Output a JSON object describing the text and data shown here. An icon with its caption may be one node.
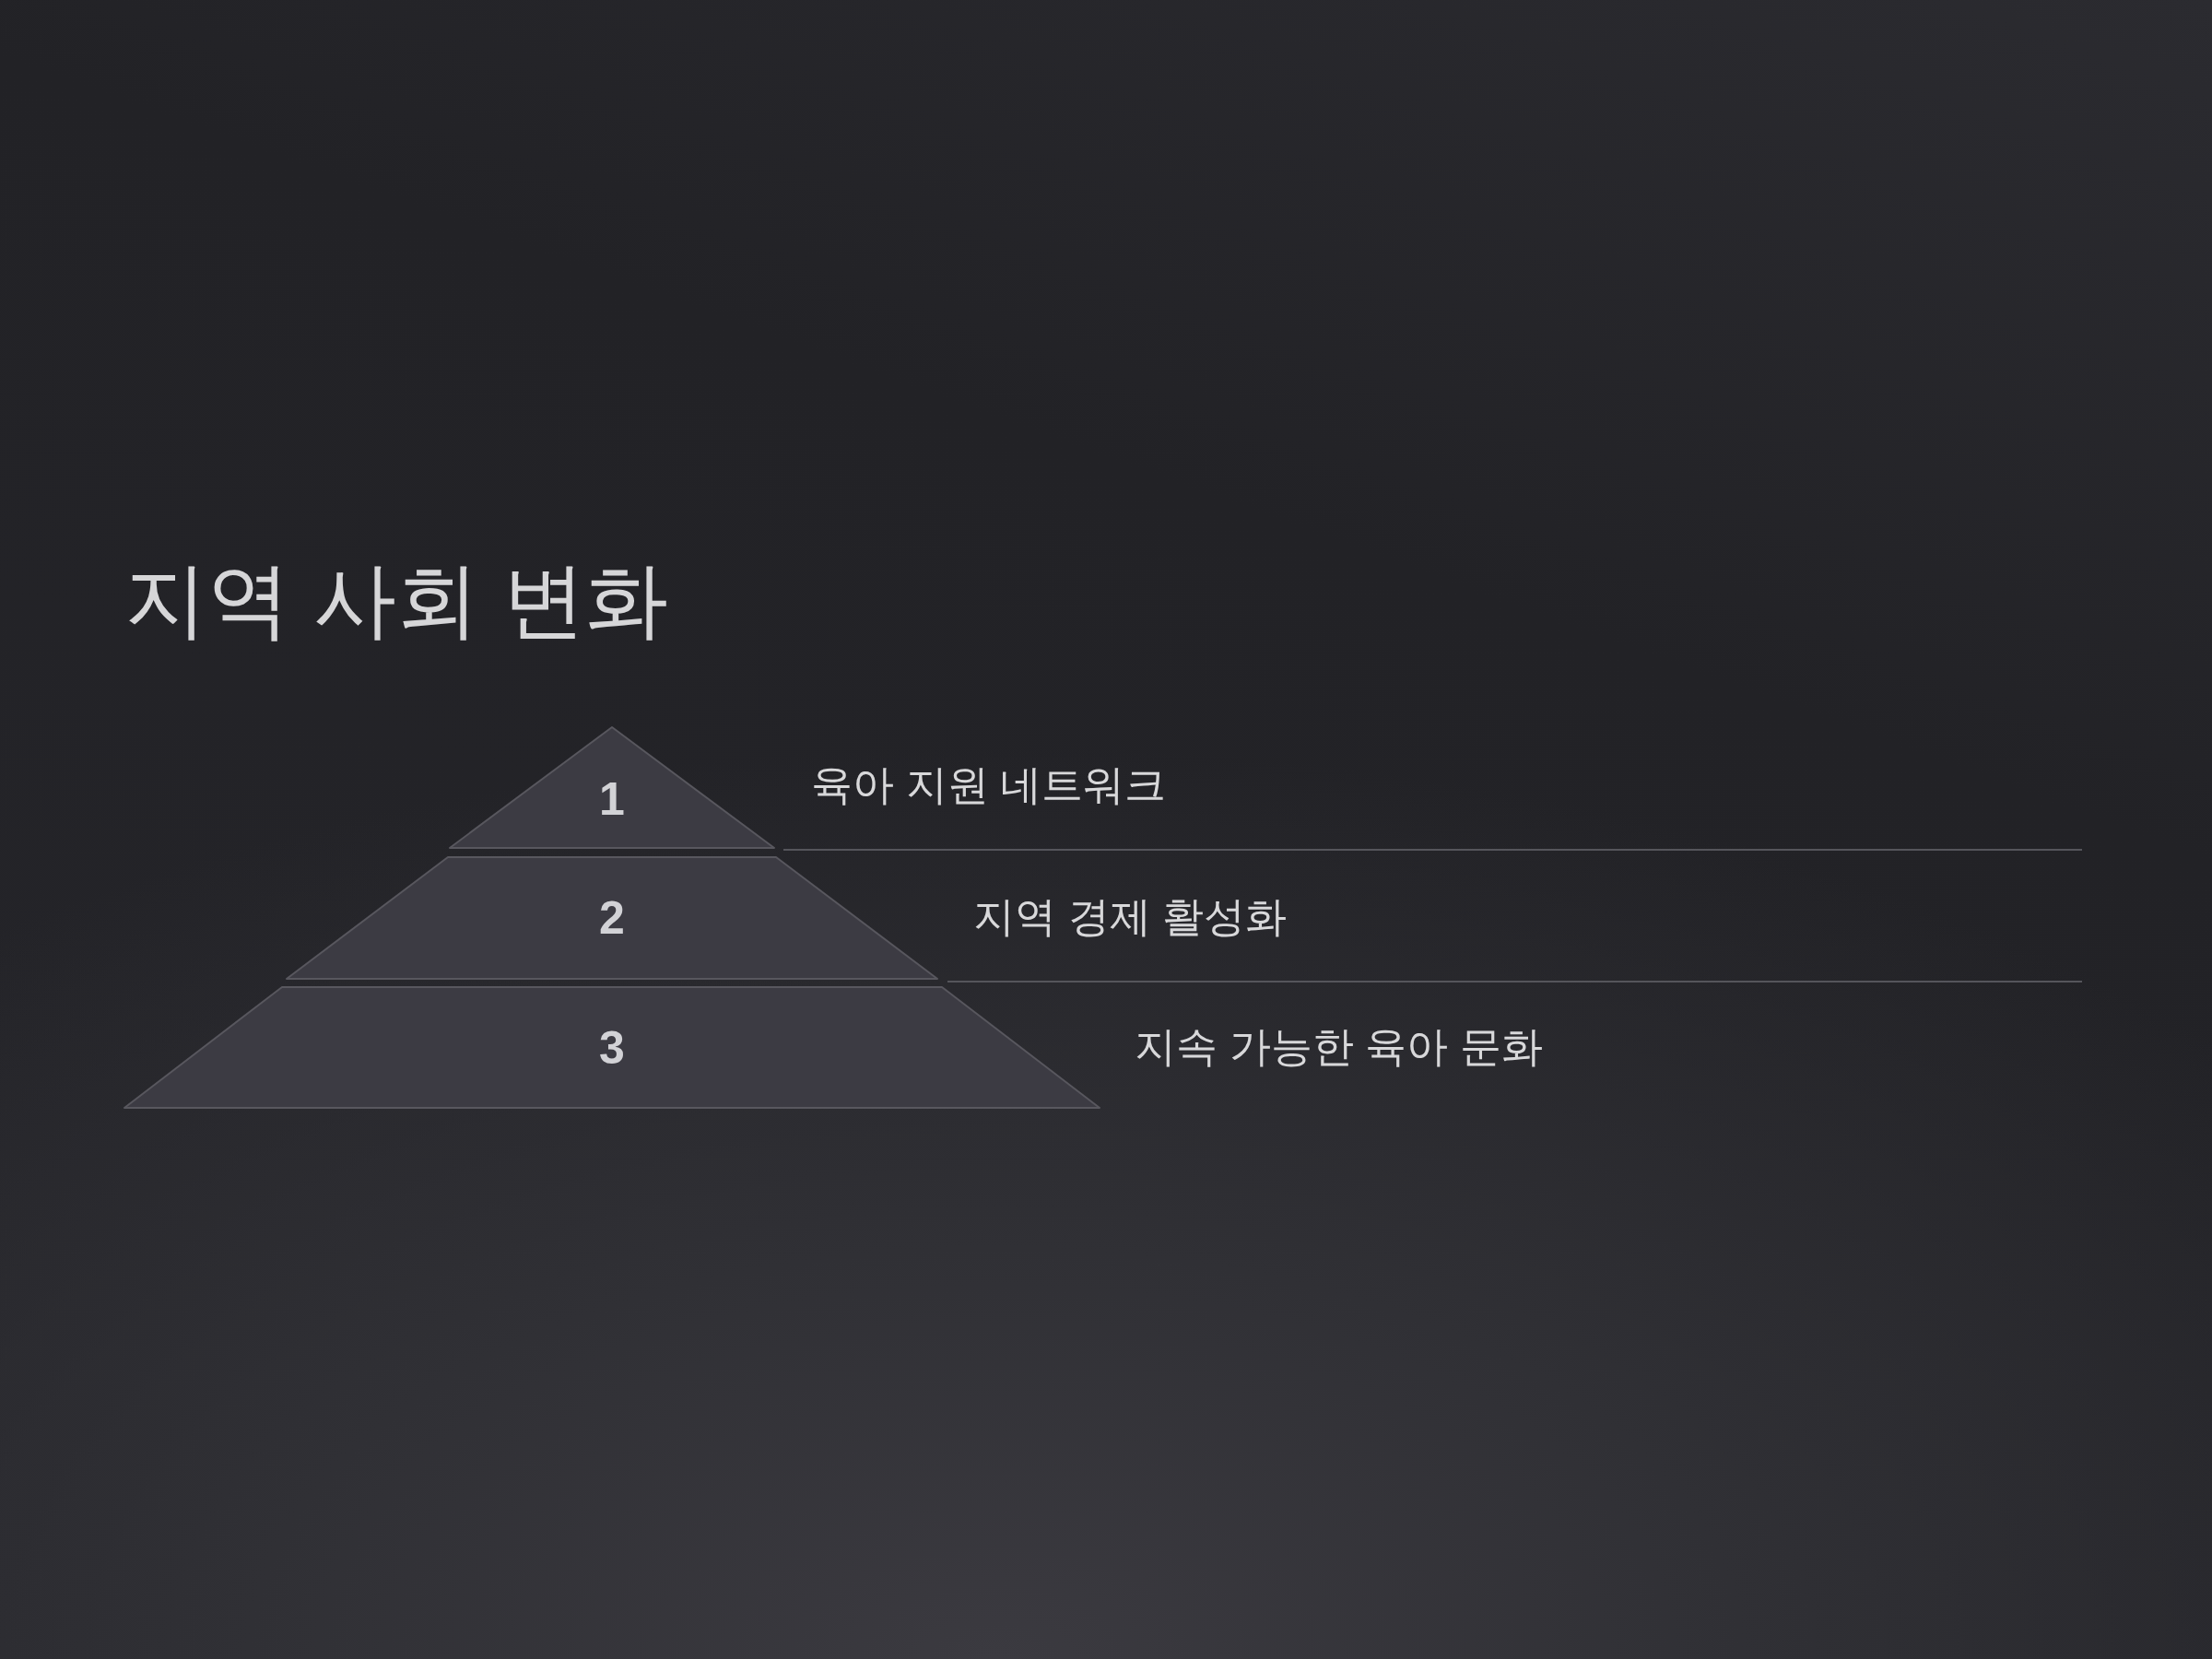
{
  "diagram": {
    "title": "지역 사회 변화",
    "nodes": [
      {
        "text": [
          "1"
        ],
        "beside": [
          "육아 지원 네트워크"
        ]
      },
      {
        "text": [
          "2"
        ],
        "beside": [
          "지역 경제 활성화"
        ]
      },
      {
        "text": [
          "3"
        ],
        "beside": [
          "지속 가능한 육아 문화"
        ]
      }
    ]
  }
}
